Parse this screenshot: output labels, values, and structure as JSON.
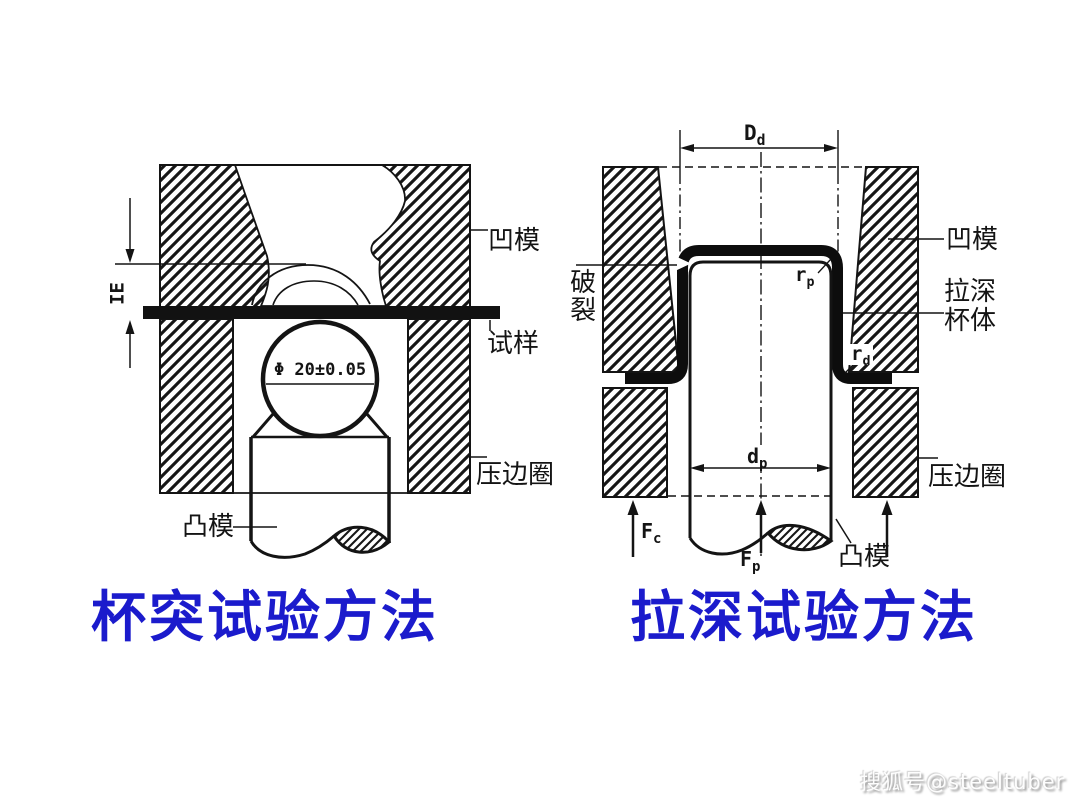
{
  "left_panel": {
    "caption": "杯突试验方法",
    "labels": {
      "die": "凹模",
      "specimen": "试样",
      "blank_holder": "压边圈",
      "punch": "凸模"
    },
    "dims": {
      "depth": "IE",
      "ball": "Φ 20±0.05"
    }
  },
  "right_panel": {
    "caption": "拉深试验方法",
    "labels": {
      "die": "凹模",
      "cup_line1": "拉深",
      "cup_line2": "杯体",
      "blank_holder": "压边圈",
      "punch": "凸模",
      "fracture": "破裂"
    },
    "dims": {
      "die_dia": {
        "main": "D",
        "sub": "d"
      },
      "punch_dia": {
        "main": "d",
        "sub": "p"
      },
      "holder_force": {
        "main": "F",
        "sub": "c"
      },
      "punch_force": {
        "main": "F",
        "sub": "p"
      },
      "punch_radius": {
        "main": "r",
        "sub": "p"
      },
      "die_radius": {
        "main": "r",
        "sub": "d"
      }
    }
  },
  "watermark": "搜狐号@steeltuber",
  "colors": {
    "caption_blue": "#1b1bcc",
    "ink": "#141414",
    "background": "#ffffff",
    "watermark_shadow": "#969696"
  }
}
